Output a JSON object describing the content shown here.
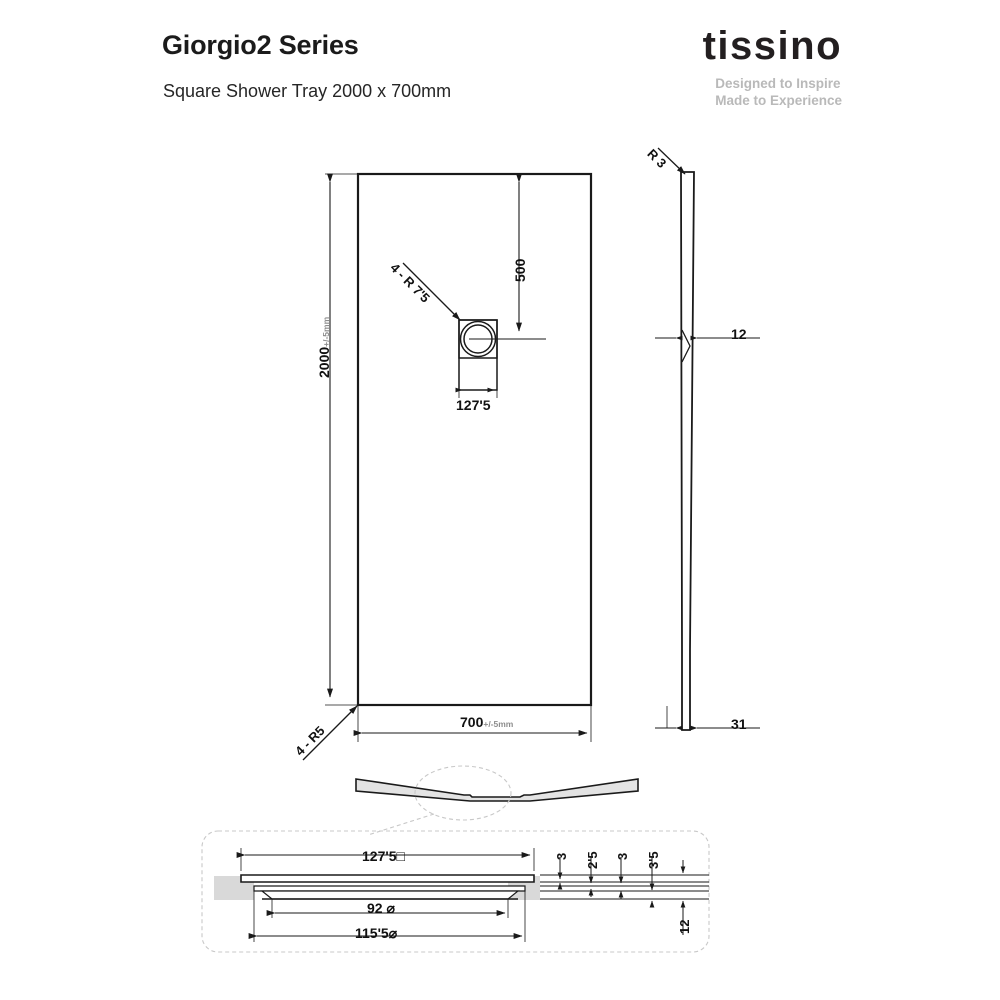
{
  "header": {
    "title": "Giorgio2 Series",
    "subtitle": "Square Shower Tray 2000 x 700mm"
  },
  "brand": {
    "wordmark": "tissino",
    "tagline_line1": "Designed to Inspire",
    "tagline_line2": "Made to Experience",
    "wordmark_color": "#231f20",
    "tagline_color": "#b9b9b9"
  },
  "drawing": {
    "line_color": "#1a1a1a",
    "shade_color": "#d9d9d9",
    "callout_color": "#c8c8c8",
    "plan_view": {
      "length_value": "2000",
      "length_tolerance": "+/-5mm",
      "width_value": "700",
      "width_tolerance": "+/-5mm",
      "drain_offset_value": "500",
      "drain_width_value": "127'5",
      "corner_radius_note": "4 - R5",
      "drain_radius_note": "4 - R 7'5"
    },
    "side_view": {
      "edge_radius_note": "R 3",
      "thickness_value": "12",
      "base_value": "31"
    },
    "detail_view": {
      "waste_cover_value": "127'5",
      "waste_cover_symbol": "□",
      "inner_bore_value": "92",
      "inner_bore_symbol": "⌀",
      "outer_bore_value": "115'5",
      "outer_bore_symbol": "⌀",
      "step_1": "3",
      "step_2": "2'5",
      "step_3": "3",
      "step_4": "3'5",
      "total_thickness": "12"
    }
  }
}
